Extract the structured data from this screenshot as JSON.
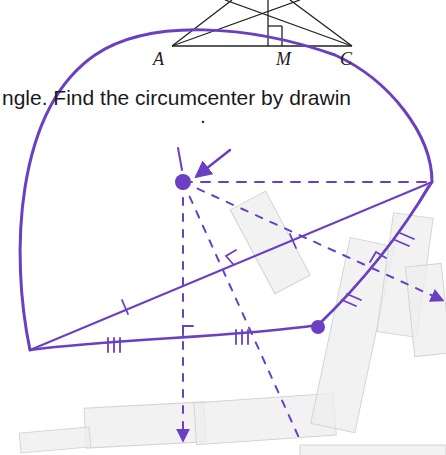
{
  "diagram": {
    "labels": [
      "A",
      "M",
      "C",
      "ngle. Find the circumcenter by drawin",
      "."
    ]
  }
}
